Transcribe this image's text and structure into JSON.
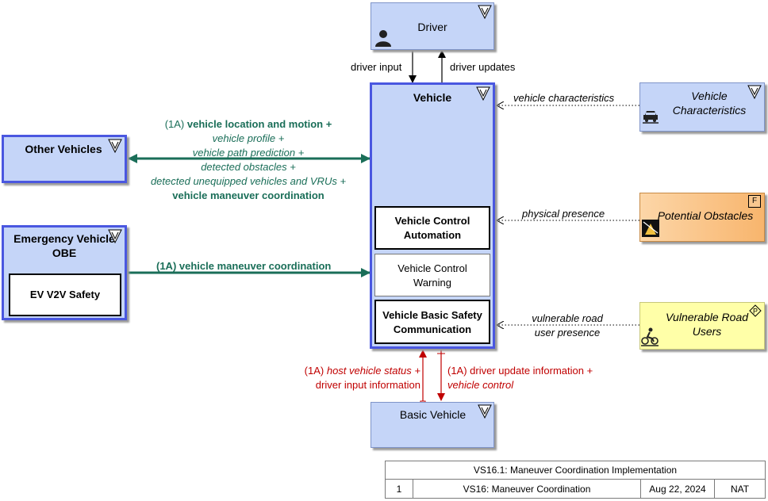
{
  "nodes": {
    "driver": "Driver",
    "vehicle": "Vehicle",
    "other_vehicles": "Other Vehicles",
    "emergency_obe": "Emergency Vehicle OBE",
    "ev_v2v_safety": "EV V2V Safety",
    "vehicle_control_automation": "Vehicle Control Automation",
    "vehicle_control_warning": "Vehicle Control Warning",
    "vehicle_basic_safety_comm": "Vehicle Basic Safety Communication",
    "vehicle_characteristics": "Vehicle Characteristics",
    "potential_obstacles": "Potential Obstacles",
    "vulnerable_road_users": "Vulnerable Road Users",
    "basic_vehicle": "Basic Vehicle",
    "potential_obstacles_badge": "F",
    "vulnerable_road_users_badge": "P"
  },
  "flows": {
    "driver_input": "driver input",
    "driver_updates": "driver updates",
    "vehicle_characteristics": "vehicle characteristics",
    "physical_presence": "physical presence",
    "vulnerable_road_line1": "vulnerable road",
    "vulnerable_road_line2": "user presence",
    "ov_prefix": "(1A)",
    "ov_line1": "vehicle location and motion +",
    "ov_line2": "vehicle profile +",
    "ov_line3": "vehicle path prediction +",
    "ov_line4": "detected obstacles +",
    "ov_line5": "detected unequipped vehicles and VRUs +",
    "ov_line6": "vehicle maneuver coordination",
    "ev_flow": "(1A) vehicle maneuver coordination",
    "bv_left_prefix": "(1A)",
    "bv_left_line1": "host vehicle status +",
    "bv_left_line2": "driver input information",
    "bv_right_line1": "(1A) driver update information +",
    "bv_right_line2": "vehicle control"
  },
  "title_block": {
    "title": "VS16.1: Maneuver Coordination Implementation",
    "number": "1",
    "name": "VS16: Maneuver Coordination",
    "date": "Aug 22, 2024",
    "scope": "NAT"
  },
  "colors": {
    "green_flow": "#1a6e58",
    "red_flow": "#c00000",
    "box_blue": "#c5d5f8",
    "border_blue": "#4a57e0"
  }
}
